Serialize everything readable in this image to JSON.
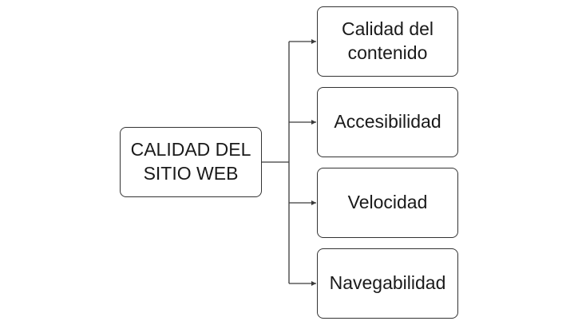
{
  "diagram": {
    "root": {
      "label": "CALIDAD DEL\nSITIO WEB"
    },
    "children": [
      {
        "label": "Calidad del\ncontenido"
      },
      {
        "label": "Accesibilidad"
      },
      {
        "label": "Velocidad"
      },
      {
        "label": "Navegabilidad"
      }
    ],
    "colors": {
      "border": "#333333",
      "connector": "#3a3a3a",
      "text": "#1a1a1a",
      "background": "#ffffff"
    }
  }
}
